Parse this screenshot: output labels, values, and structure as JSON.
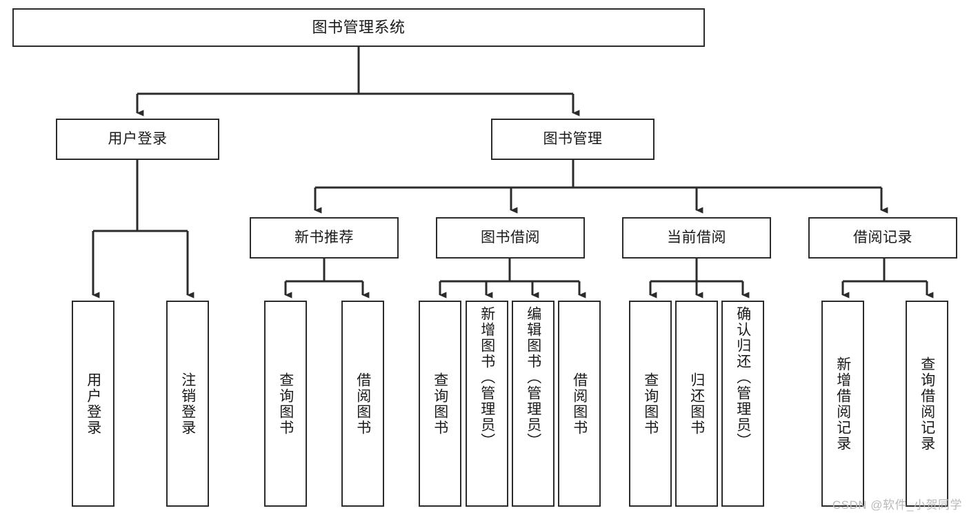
{
  "diagram": {
    "title": "图书管理系统",
    "type": "tree-hierarchy",
    "root": {
      "label": "图书管理系统"
    },
    "level1": [
      {
        "label": "用户登录"
      },
      {
        "label": "图书管理"
      }
    ],
    "level2": [
      {
        "label": "新书推荐"
      },
      {
        "label": "图书借阅"
      },
      {
        "label": "当前借阅"
      },
      {
        "label": "借阅记录"
      }
    ],
    "leaves": {
      "user_login": [
        {
          "label": "用户登录"
        },
        {
          "label": "注销登录"
        }
      ],
      "new_book_recommend": [
        {
          "label": "查询图书"
        },
        {
          "label": "借阅图书"
        }
      ],
      "book_borrow": [
        {
          "label": "查询图书"
        },
        {
          "label": "新增图书（管理员）"
        },
        {
          "label": "编辑图书（管理员）"
        },
        {
          "label": "借阅图书"
        }
      ],
      "current_borrow": [
        {
          "label": "查询图书"
        },
        {
          "label": "归还图书"
        },
        {
          "label": "确认归还（管理员）"
        }
      ],
      "borrow_record": [
        {
          "label": "新增借阅记录"
        },
        {
          "label": "查询借阅记录"
        }
      ]
    }
  },
  "watermark": {
    "text": "CSDN @软件_小贺同学"
  },
  "colors": {
    "stroke": "#2b2b2b",
    "background": "#ffffff",
    "text": "#1a1a1a",
    "watermark": "#b9b9b9"
  }
}
